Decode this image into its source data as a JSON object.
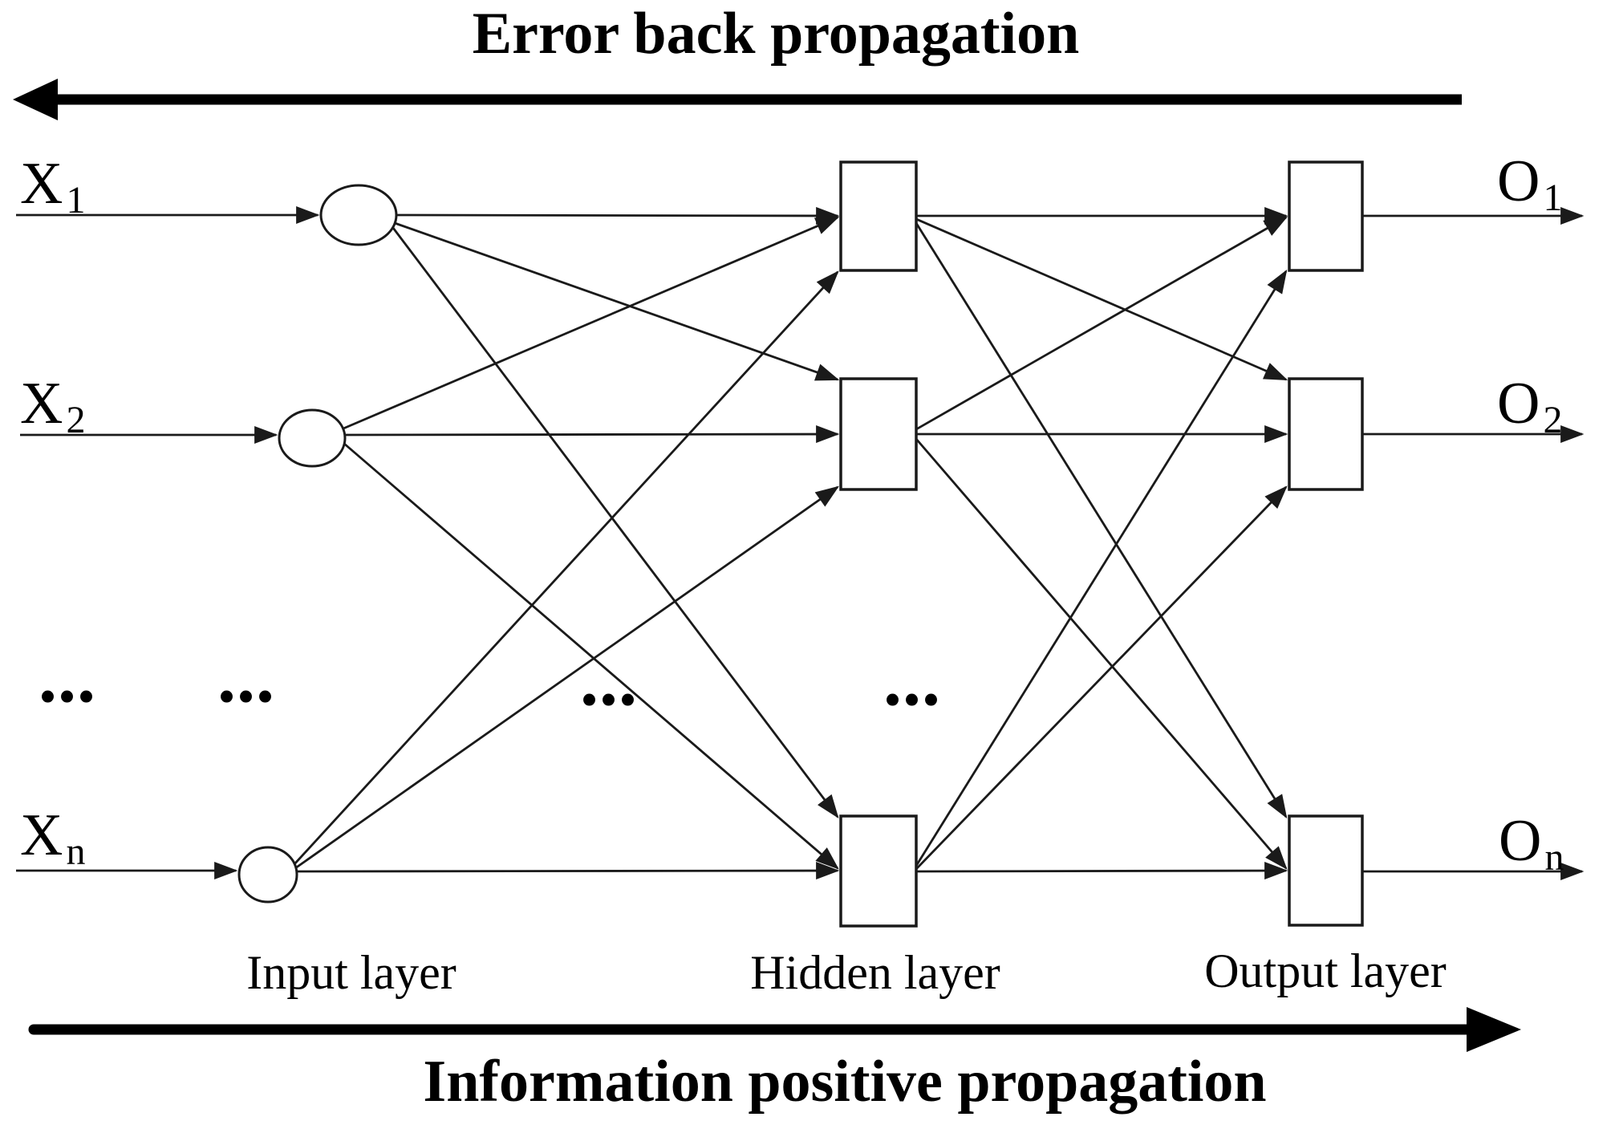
{
  "diagram": {
    "top_title": "Error back propagation",
    "bottom_title": "Information positive propagation",
    "layer_labels": {
      "input": "Input layer",
      "hidden": "Hidden layer",
      "output": "Output layer"
    },
    "inputs": [
      {
        "main": "X",
        "sub": "1"
      },
      {
        "main": "X",
        "sub": "2"
      },
      {
        "main": "X",
        "sub": "n"
      }
    ],
    "outputs": [
      {
        "main": "O",
        "sub": "1"
      },
      {
        "main": "O",
        "sub": "2"
      },
      {
        "main": "O",
        "sub": "n"
      }
    ],
    "ellipsis": "...",
    "network": {
      "type": "feedforward-bp-neural-network",
      "layers": [
        {
          "name": "Input layer",
          "node_shape": "ellipse",
          "nodes_shown": 3
        },
        {
          "name": "Hidden layer",
          "node_shape": "rectangle",
          "nodes_shown": 3
        },
        {
          "name": "Output layer",
          "node_shape": "rectangle",
          "nodes_shown": 3
        }
      ],
      "connectivity": "fully-connected between adjacent layers",
      "forward_direction": "left-to-right",
      "backprop_direction": "right-to-left"
    },
    "colors": {
      "line": "#1a1a1a",
      "text": "#000000",
      "background": "#ffffff"
    }
  }
}
